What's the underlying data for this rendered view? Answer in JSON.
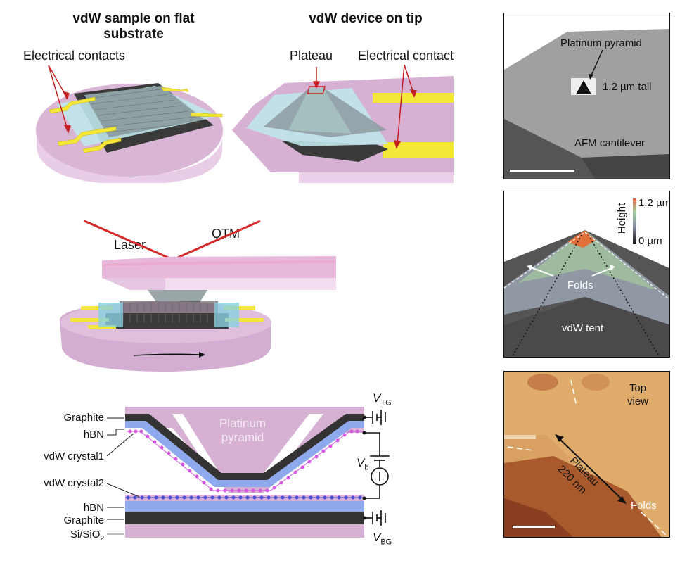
{
  "panel_a": {
    "left": {
      "title_line1": "vdW sample on flat",
      "title_line2": "substrate",
      "label_contacts": "Electrical contacts"
    },
    "right": {
      "title": "vdW device on tip",
      "label_plateau": "Plateau",
      "label_contact": "Electrical contact"
    }
  },
  "panel_b": {
    "label_laser": "Laser",
    "label_qtm": "QTM"
  },
  "panel_c": {
    "layers_left": [
      "Graphite",
      "hBN",
      "vdW crystal1",
      "vdW crystal2",
      "hBN",
      "Graphite",
      "Si/SiO"
    ],
    "sio_subscript": "2",
    "pyramid_line1": "Platinum",
    "pyramid_line2": "pyramid",
    "v_tg": "V",
    "v_tg_sub": "TG",
    "v_b": "V",
    "v_b_sub": "b",
    "v_bg": "V",
    "v_bg_sub": "BG"
  },
  "panel_sem": {
    "label_pyramid": "Platinum pyramid",
    "label_height": "1.2 µm tall",
    "label_cantilever": "AFM cantilever"
  },
  "panel_afm3d": {
    "colorbar_title": "Height",
    "colorbar_max": "1.2 µm",
    "colorbar_min": "0 µm",
    "label_folds": "Folds",
    "label_tent": "vdW tent"
  },
  "panel_topview": {
    "label_view_line1": "Top",
    "label_view_line2": "view",
    "label_plateau": "Plateau",
    "label_size": "220 nm",
    "label_folds": "Folds"
  },
  "colors": {
    "substrate_pink": "#e4c3e0",
    "substrate_side": "#d7b1d4",
    "graphite": "#333333",
    "hbn_light": "#b9e6ea",
    "hbn_blue": "#8fa9ee",
    "contact_yellow": "#f5e63a",
    "laser_red": "#d42a2a",
    "crystal1_magenta": "#d355e0",
    "crystal2_blue": "#4b4fd8",
    "afm_orange": "#c8803e"
  }
}
